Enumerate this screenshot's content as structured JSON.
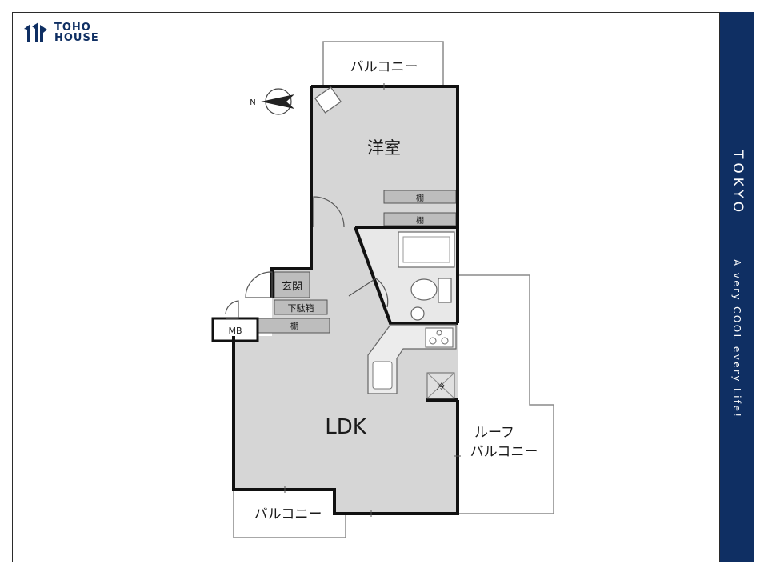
{
  "brand": {
    "line1": "TOHO",
    "line2": "HOUSE",
    "color": "#0f2f63"
  },
  "side_band": {
    "title": "TOKYO",
    "tagline": "A very COOL every Life!",
    "color": "#0f2f63"
  },
  "compass": {
    "label": "N"
  },
  "rooms": {
    "balcony_top": "バルコニー",
    "western_room": "洋室",
    "shelf_1": "棚",
    "shelf_2": "棚",
    "entrance": "玄関",
    "shoe_cabinet": "下駄箱",
    "shelf_3": "棚",
    "meter_box": "MB",
    "ldk": "LDK",
    "fridge": "冷",
    "roof_balcony_1": "ルーフ",
    "roof_balcony_2": "バルコニー",
    "balcony_bottom": "バルコニー"
  },
  "colors": {
    "floor": "#d6d6d6",
    "wall": "#111111",
    "fixture": "#bdbdbd"
  }
}
